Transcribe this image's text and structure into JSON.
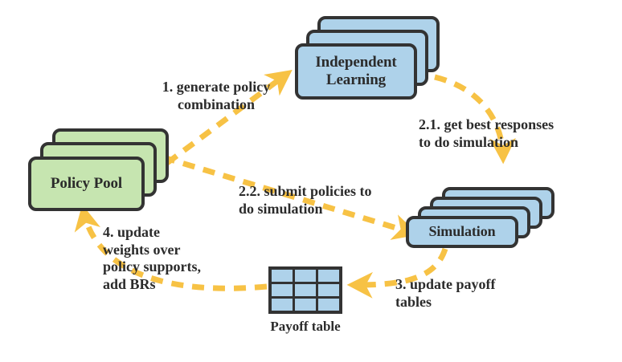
{
  "diagram": {
    "title": "Policy Space Response Oracle loop",
    "colors": {
      "blue_fill": "#aed2ea",
      "green_fill": "#c6e5b0",
      "outline": "#333333",
      "arrow": "#f7c245",
      "text": "#2b2b2b",
      "background": "#ffffff"
    },
    "nodes": [
      {
        "id": "independent-learning",
        "label": "Independent\nLearning",
        "fill": "#aed2ea",
        "layers": 3
      },
      {
        "id": "policy-pool",
        "label": "Policy Pool",
        "fill": "#c6e5b0",
        "layers": 3
      },
      {
        "id": "simulation",
        "label": "Simulation",
        "fill": "#aed2ea",
        "layers": 4
      }
    ],
    "payoff_table": {
      "caption": "Payoff table",
      "rows": 3,
      "cols": 3,
      "cell_fill": "#aed2ea"
    },
    "edges": [
      {
        "id": "edge-generate-policy-combination",
        "label": "1. generate policy\ncombination",
        "from": "policy-pool",
        "to": "independent-learning",
        "style": "dashed",
        "align": "center"
      },
      {
        "id": "edge-get-best-responses",
        "label": "2.1. get best responses\nto do simulation",
        "from": "independent-learning",
        "to": "simulation",
        "style": "dashed",
        "align": "left"
      },
      {
        "id": "edge-submit-policies",
        "label": "2.2. submit policies to\ndo simulation",
        "from": "policy-pool",
        "to": "simulation",
        "style": "dashed",
        "align": "left"
      },
      {
        "id": "edge-update-payoff-tables",
        "label": "3. update payoff\ntables",
        "from": "simulation",
        "to": "payoff-table",
        "style": "dashed",
        "align": "left"
      },
      {
        "id": "edge-update-weights",
        "label": "4. update\nweights over\npolicy supports,\nadd BRs",
        "from": "payoff-table",
        "to": "policy-pool",
        "style": "dashed",
        "align": "left"
      }
    ]
  }
}
